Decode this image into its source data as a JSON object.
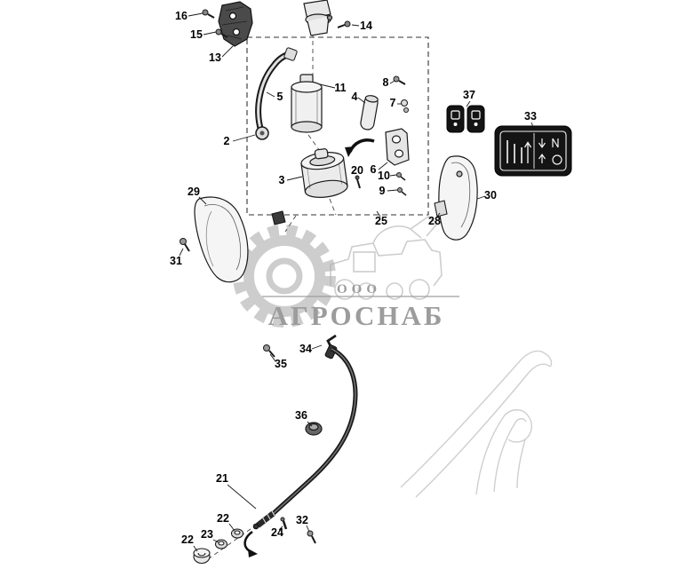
{
  "diagram": {
    "watermark": {
      "org_form": "ООО",
      "company": "АГРОСНАБ"
    },
    "colors": {
      "line": "#1a1a1a",
      "watermark_gray": "#9c9c9c",
      "ghost_gray": "#cfcfcf",
      "panel_black": "#141414",
      "background": "#ffffff"
    },
    "part_labels": {
      "p2": "2",
      "p3": "3",
      "p4": "4",
      "p5": "5",
      "p6": "6",
      "p7": "7",
      "p8": "8",
      "p9": "9",
      "p10": "10",
      "p11": "11",
      "p13": "13",
      "p14": "14",
      "p15": "15",
      "p16": "16",
      "p20": "20",
      "p21": "21",
      "p22a": "22",
      "p22b": "22",
      "p23": "23",
      "p24": "24",
      "p25": "25",
      "p28": "28",
      "p29": "29",
      "p30": "30",
      "p31": "31",
      "p32": "32",
      "p33": "33",
      "p34": "34",
      "p35": "35",
      "p36": "36",
      "p37": "37"
    }
  }
}
